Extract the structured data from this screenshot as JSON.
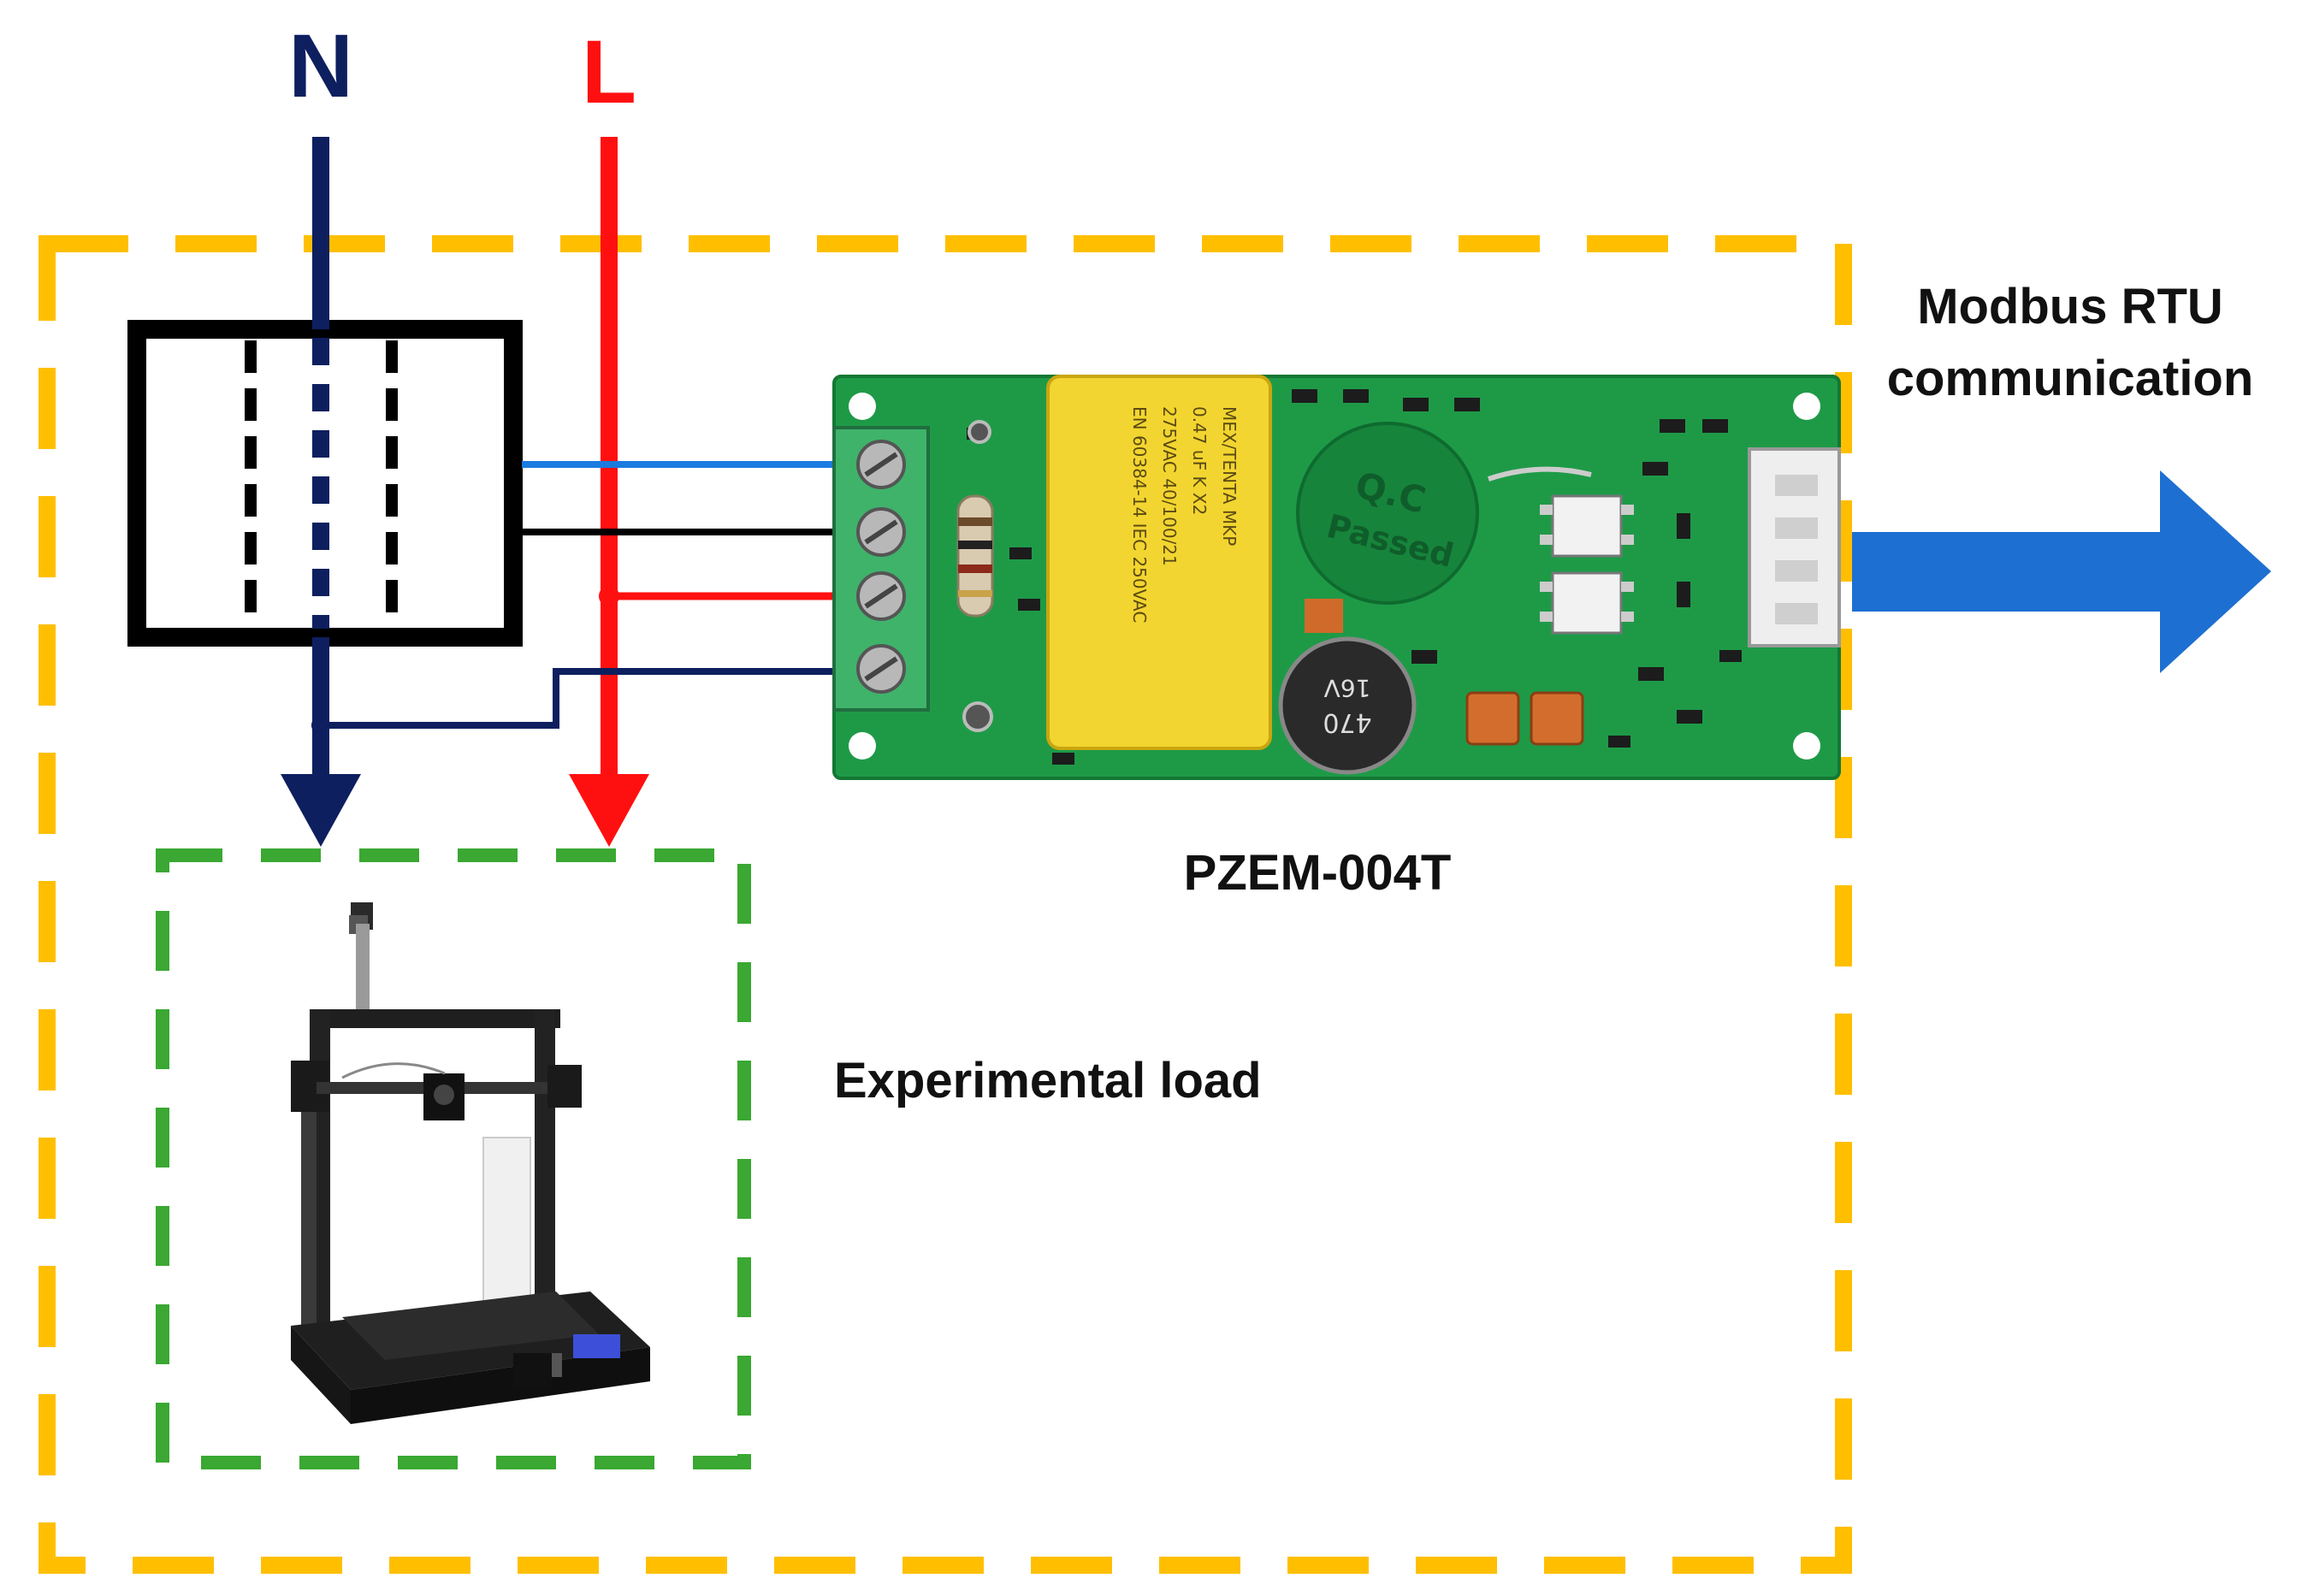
{
  "labels": {
    "neutral": "N",
    "live": "L",
    "modbus_line1": "Modbus RTU",
    "modbus_line2": "communication",
    "sensor": "PZEM-004T",
    "load": "Experimental load"
  },
  "pcb_marks": {
    "qc_line1": "Q.C",
    "qc_line2": "Passed",
    "cap_value": "470",
    "cap_voltage": "16V"
  },
  "colors": {
    "neutral": "#0d1f5e",
    "live": "#ff1010",
    "outer_box": "#ffbf00",
    "load_box": "#3aa832",
    "arrow": "#1d6fd1",
    "pcb": "#1e9a47",
    "wire_blue": "#1b7be0"
  }
}
